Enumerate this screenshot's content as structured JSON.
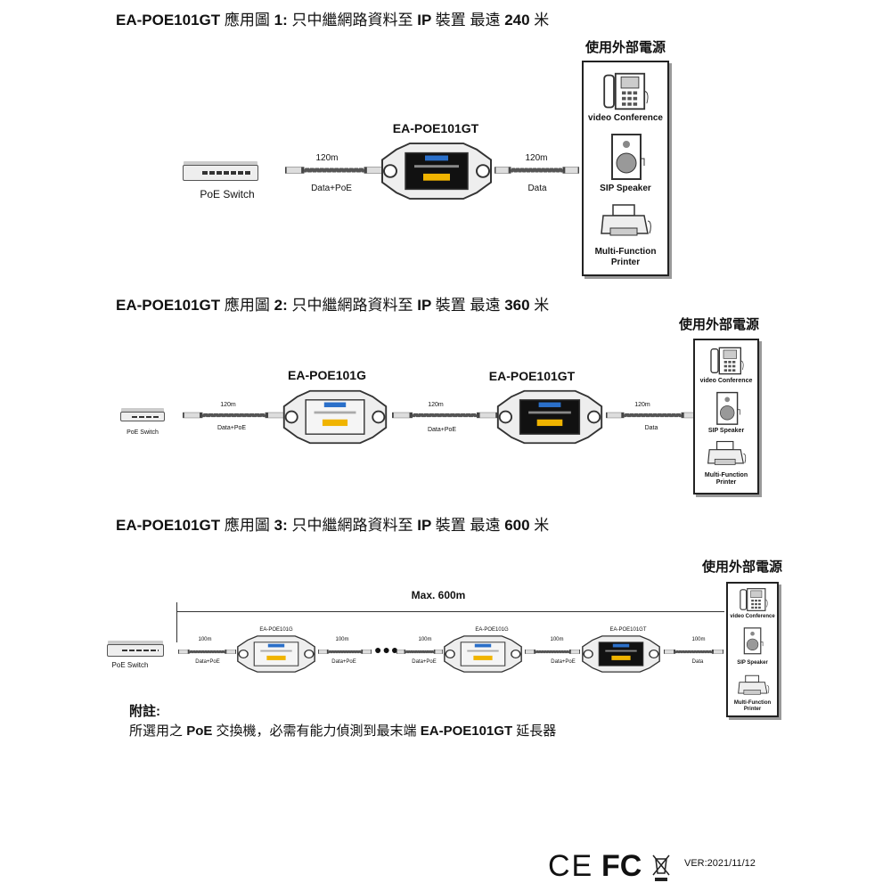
{
  "diagram1": {
    "title_model": "EA-POE101GT",
    "title_app": "應用圖",
    "title_num": "1:",
    "title_desc": "只中繼網路資料至",
    "title_ip": "IP",
    "title_dev": "裝置  最遠",
    "title_dist": "240",
    "title_unit": "米",
    "power_label": "使用外部電源",
    "switch_label": "PoE Switch",
    "extender_label": "EA-POE101GT",
    "seg1_len": "120m",
    "seg1_type": "Data+PoE",
    "seg2_len": "120m",
    "seg2_type": "Data",
    "devices": [
      "video Conference",
      "SIP Speaker",
      "Multi-Function",
      "Printer"
    ]
  },
  "diagram2": {
    "title_model": "EA-POE101GT",
    "title_app": "應用圖",
    "title_num": "2:",
    "title_desc": "只中繼網路資料至",
    "title_ip": "IP",
    "title_dev": "裝置  最遠",
    "title_dist": "360",
    "title_unit": "米",
    "power_label": "使用外部電源",
    "switch_label": "PoE Switch",
    "extender1_label": "EA-POE101G",
    "extender2_label": "EA-POE101GT",
    "seg1_len": "120m",
    "seg1_type": "Data+PoE",
    "seg2_len": "120m",
    "seg2_type": "Data+PoE",
    "seg3_len": "120m",
    "seg3_type": "Data",
    "devices": [
      "video Conference",
      "SIP Speaker",
      "Multi-Function",
      "Printer"
    ]
  },
  "diagram3": {
    "title_model": "EA-POE101GT",
    "title_app": "應用圖",
    "title_num": "3:",
    "title_desc": "只中繼網路資料至",
    "title_ip": "IP",
    "title_dev": "裝置  最遠",
    "title_dist": "600",
    "title_unit": "米",
    "power_label": "使用外部電源",
    "max_label": "Max. 600m",
    "switch_label": "PoE Switch",
    "extender1_label": "EA-POE101G",
    "extender2_label": "EA-POE101G",
    "extender3_label": "EA-POE101GT",
    "segments": [
      {
        "len": "100m",
        "type": "Data+PoE"
      },
      {
        "len": "100m",
        "type": "Data+PoE"
      },
      {
        "len": "100m",
        "type": "Data+PoE"
      },
      {
        "len": "100m",
        "type": "Data+PoE"
      },
      {
        "len": "100m",
        "type": "Data"
      }
    ],
    "devices": [
      "video Conference",
      "SIP Speaker",
      "Multi-Function",
      "Printer"
    ]
  },
  "note": {
    "heading": "附註:",
    "text_a": "所選用之",
    "text_poe": "PoE",
    "text_b": "交換機，必需有能力偵測到最末端",
    "text_model": "EA-POE101GT",
    "text_c": "延長器"
  },
  "footer": {
    "ce": "CE",
    "fcc": "FC",
    "version": "VER:2021/11/12"
  }
}
